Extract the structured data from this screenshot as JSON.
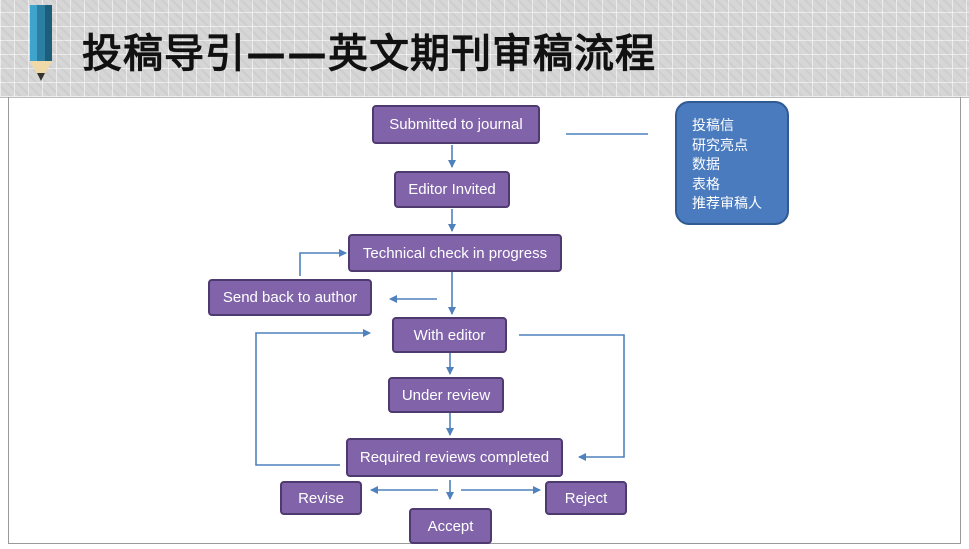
{
  "slide": {
    "title": "投稿导引——英文期刊审稿流程"
  },
  "flow": {
    "submitted": "Submitted to journal",
    "editor_invited": "Editor Invited",
    "technical_check": "Technical check in progress",
    "send_back": "Send back to author",
    "with_editor": "With editor",
    "under_review": "Under review",
    "reviews_completed": "Required reviews completed",
    "revise": "Revise",
    "reject": "Reject",
    "accept": "Accept"
  },
  "note": {
    "items": [
      "投稿信",
      "研究亮点",
      "数据",
      "表格",
      "推荐审稿人"
    ]
  },
  "colors": {
    "node_fill": "#8063a8",
    "node_border": "#4f3a70",
    "note_fill": "#4a7bbf",
    "connector": "#4f81bd"
  }
}
